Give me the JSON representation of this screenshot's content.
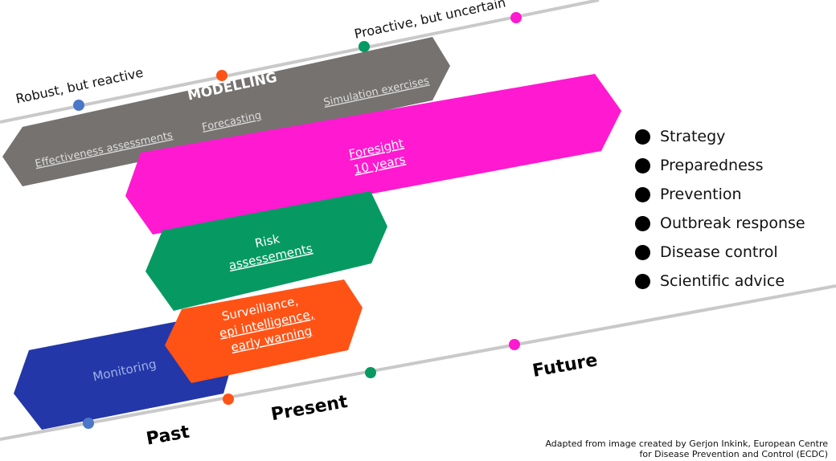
{
  "axis_top": {
    "labels": {
      "robust": "Robust, but reactive",
      "proactive": "Proactive, but uncertain"
    }
  },
  "axis_bottom": {
    "labels": {
      "past": "Past",
      "present": "Present",
      "future": "Future"
    }
  },
  "colors": {
    "modelling": "#757270",
    "foresight": "#ff19d0",
    "risk": "#069a62",
    "surveillance": "#ff5316",
    "monitoring": "#2337a8",
    "line": "#c9c9c9",
    "dot_blue": "#4a77c8",
    "dot_orange": "#ff5316",
    "dot_green": "#069a62",
    "dot_pink": "#ff19d0"
  },
  "bands": {
    "modelling": {
      "title": "MODELLING",
      "items": {
        "effectiveness": "Effectiveness assessments",
        "forecasting": "Forecasting",
        "simulation": "Simulation exercises"
      }
    },
    "foresight": {
      "line1": "Foresight",
      "line2": "10 years"
    },
    "risk": {
      "line1": "Risk",
      "line2": "assessements"
    },
    "surveillance": {
      "line1": "Surveillance,",
      "line2": "epi intelligence,",
      "line3": "early warning"
    },
    "monitoring": {
      "label": "Monitoring"
    }
  },
  "legend": {
    "items": [
      "Strategy",
      "Preparedness",
      "Prevention",
      "Outbreak response",
      "Disease control",
      "Scientific advice"
    ]
  },
  "credit": {
    "line1": "Adapted from image created by Gerjon Inkink, European Centre",
    "line2": "for Disease Prevention and Control (ECDC)"
  }
}
